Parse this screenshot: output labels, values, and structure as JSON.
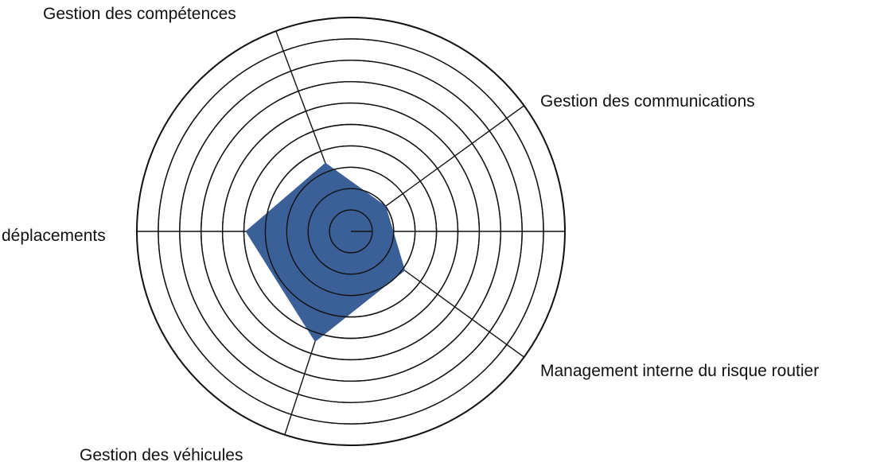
{
  "chart_data": {
    "type": "radar",
    "title": "",
    "rings": 10,
    "range": [
      0,
      10
    ],
    "axes": [
      {
        "label": "Gestion des compétences",
        "angle_deg": 249.5,
        "value": 3.4
      },
      {
        "label": "Gestion des communications",
        "angle_deg": 324.0,
        "value": 2.0
      },
      {
        "label": "Management interne du risque routier",
        "angle_deg": 36.0,
        "value": 3.1
      },
      {
        "label": "Gestion des véhicules",
        "angle_deg": 108.0,
        "value": 5.4
      },
      {
        "label": "déplacements",
        "angle_deg": 180.0,
        "value": 4.9
      }
    ],
    "fill_color": "#3b5f97",
    "line_color": "#111111",
    "grid": true,
    "legend": "none"
  }
}
